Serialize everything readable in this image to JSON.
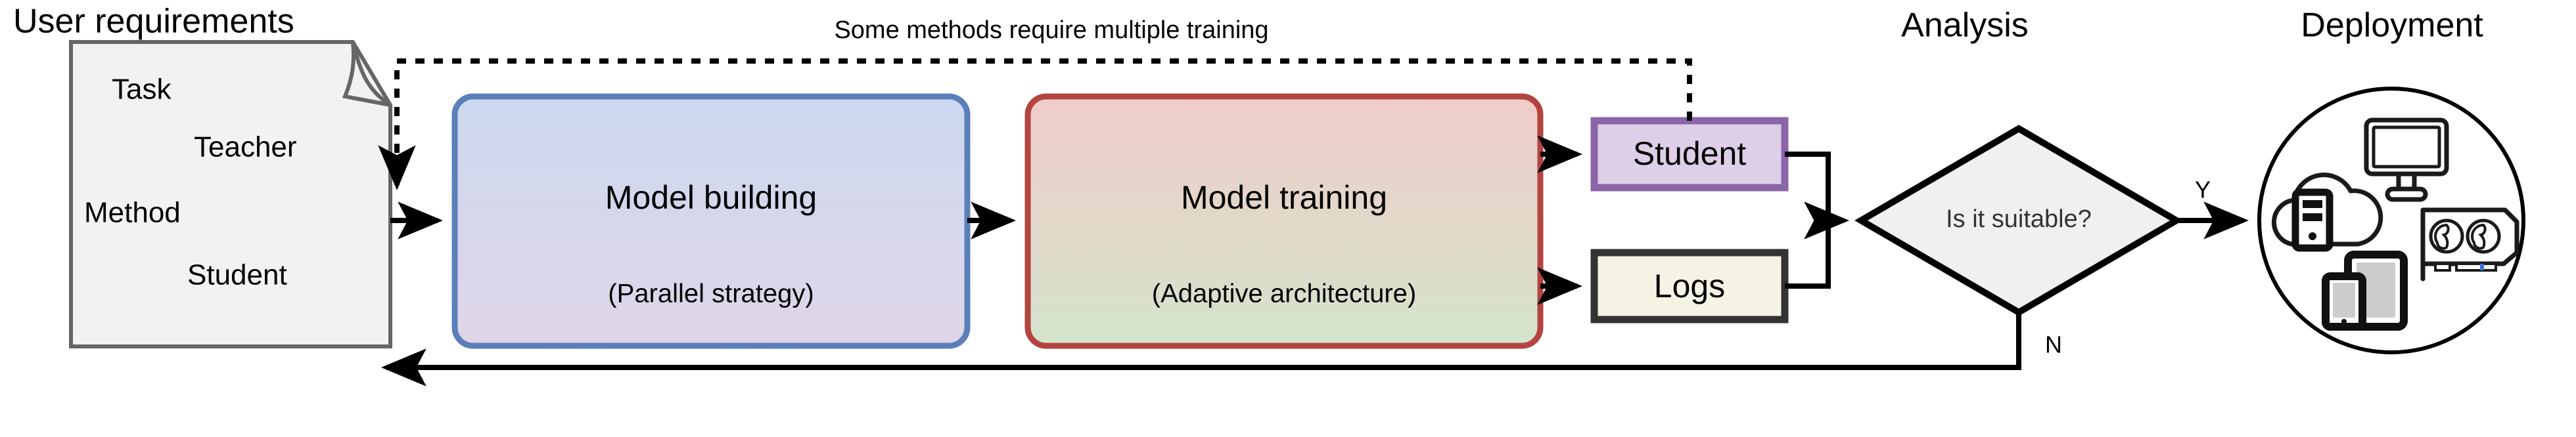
{
  "diagram": {
    "title_labels": {
      "user_requirements": "User requirements",
      "analysis": "Analysis",
      "deployment": "Deployment"
    },
    "document": {
      "name": "user-requirements-document",
      "items": [
        "Task",
        "Teacher",
        "Method",
        "Student"
      ],
      "fill": "#f2f2f2",
      "border": "#666666"
    },
    "stages": [
      {
        "id": "model-building",
        "title": "Model building",
        "subtitle": "(Parallel strategy)",
        "border": "#5b7fb9",
        "fill_top": "#ccd9f0",
        "fill_bottom": "#e0d5e8"
      },
      {
        "id": "model-training",
        "title": "Model training",
        "subtitle": "(Adaptive architecture)",
        "border": "#b3443f",
        "fill_top": "#f0ccc9",
        "fill_bottom": "#d4e4cc"
      }
    ],
    "outputs": [
      {
        "id": "student",
        "label": "Student",
        "fill": "#ddcfe8",
        "border": "#8a66a8"
      },
      {
        "id": "logs",
        "label": "Logs",
        "fill": "#f5f3e4",
        "border": "#333333"
      }
    ],
    "decision": {
      "id": "is-it-suitable",
      "label": "Is it suitable?",
      "yes_label": "Y",
      "no_label": "N",
      "fill": "#f0f0f0",
      "border": "#000000"
    },
    "deployment": {
      "id": "deployment-circle",
      "icons": [
        "cloud-server-icon",
        "desktop-monitor-icon",
        "gpu-card-icon",
        "tablet-phone-icon"
      ]
    },
    "loop": {
      "id": "multiple-training-loop",
      "label": "Some methods require multiple training",
      "style": "dotted"
    },
    "feedback": {
      "id": "retry-feedback-arrow",
      "style": "solid"
    }
  }
}
